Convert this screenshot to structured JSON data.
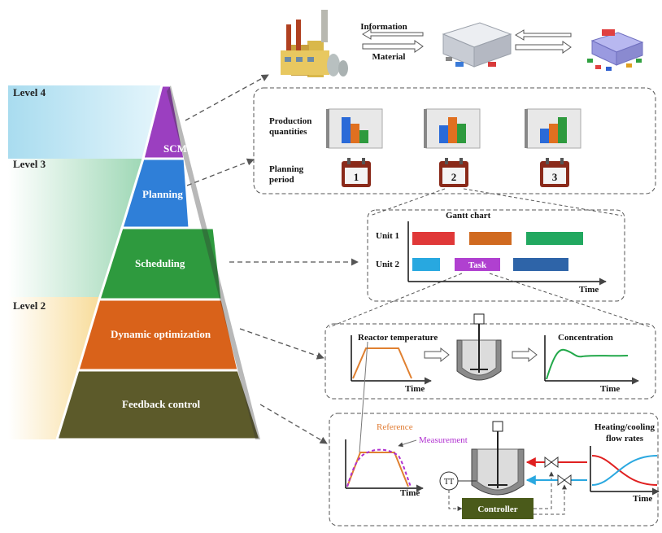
{
  "levels": {
    "level4": "Level 4",
    "level3": "Level 3",
    "level2": "Level 2"
  },
  "pyramid": {
    "scm": "SCM",
    "planning": "Planning",
    "scheduling": "Scheduling",
    "dynamic_optimization": "Dynamic optimization",
    "feedback_control": "Feedback control"
  },
  "supply_chain": {
    "information": "Information",
    "material": "Material"
  },
  "planning_panel": {
    "production_quantities": [
      "Production",
      "quantities"
    ],
    "planning_period": [
      "Planning",
      "period"
    ],
    "periods": [
      "1",
      "2",
      "3"
    ]
  },
  "gantt": {
    "title": "Gantt chart",
    "unit1": "Unit 1",
    "unit2": "Unit 2",
    "task": "Task",
    "time": "Time"
  },
  "dynopt": {
    "reactor_temperature": "Reactor temperature",
    "concentration": "Concentration",
    "time": "Time"
  },
  "feedback": {
    "reference": "Reference",
    "measurement": "Measurement",
    "tt": "TT",
    "controller": "Controller",
    "heating_cooling": [
      "Heating/cooling",
      "flow rates"
    ],
    "time": "Time"
  },
  "colors": {
    "scm": "#9b3fc0",
    "planning": "#2f7fd8",
    "scheduling": "#2e9a3e",
    "dynopt": "#d9621a",
    "feedback": "#5c5a2a",
    "controller": "#4a5a1a"
  }
}
